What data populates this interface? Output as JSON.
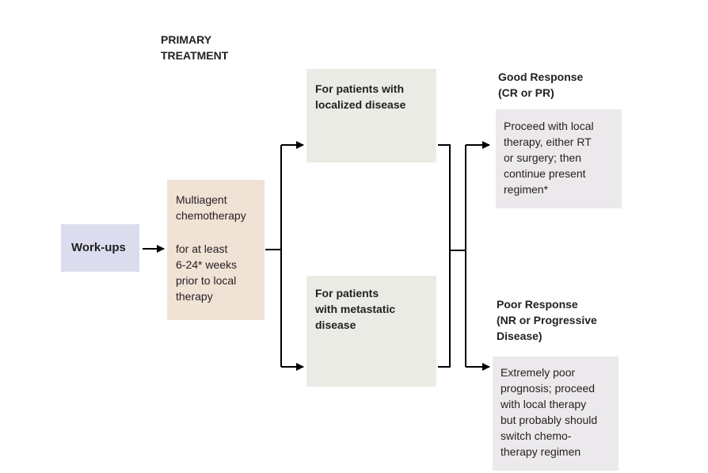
{
  "header": {
    "primary_treatment": "PRIMARY\nTREATMENT"
  },
  "nodes": {
    "workups": "Work-ups",
    "chemo_line1": "Multiagent\nchemotherapy",
    "chemo_line2": "for at least\n6-24* weeks\nprior to local\ntherapy",
    "localized": "For patients with\nlocalized disease",
    "metastatic": "For patients\nwith metastatic\ndisease",
    "good_title": "Good Response\n(CR or PR)",
    "good_body": "Proceed with local\ntherapy, either RT\nor surgery; then\ncontinue present\nregimen*",
    "poor_title": "Poor Response\n(NR or Progressive\nDisease)",
    "poor_body": "Extremely poor\nprognosis; proceed\nwith local therapy\nbut probably should\nswitch chemo-\ntherapy regimen"
  },
  "colors": {
    "workups_fill": "#dcdcef",
    "chemo_fill": "#f1e2d6",
    "patient_fill": "#ebebe5",
    "response_fill": "#ebe9ec",
    "line": "#000000"
  }
}
